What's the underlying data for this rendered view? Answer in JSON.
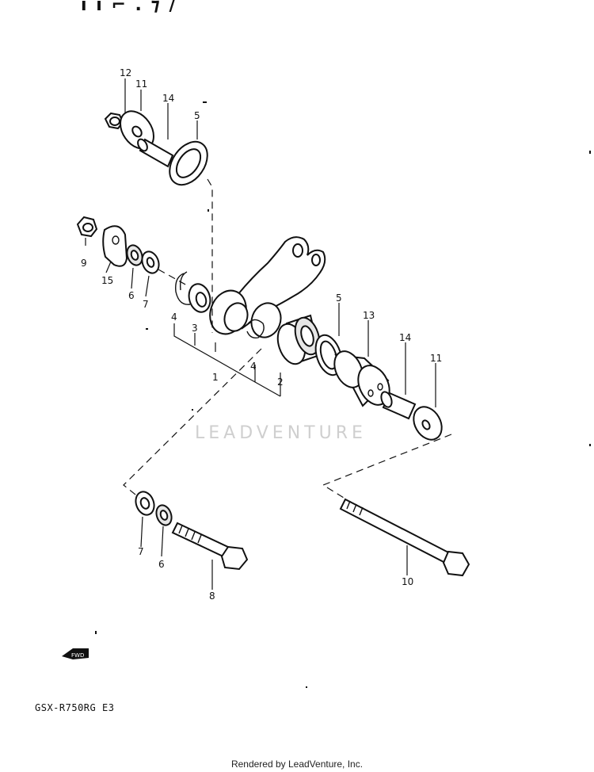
{
  "header_fragment": "ı ı ⌐ . ⁊ ∕",
  "watermark": "LEADVENTURE",
  "model_code": "GSX-R750RG E3",
  "render_credit": "Rendered by LeadVenture, Inc.",
  "front_arrow_label": "FWD",
  "callouts": [
    "12",
    "11",
    "14",
    "5",
    "9",
    "15",
    "6",
    "7",
    "4",
    "3",
    "1",
    "4",
    "2",
    "5",
    "13",
    "14",
    "11",
    "7",
    "6",
    "8",
    "10"
  ]
}
